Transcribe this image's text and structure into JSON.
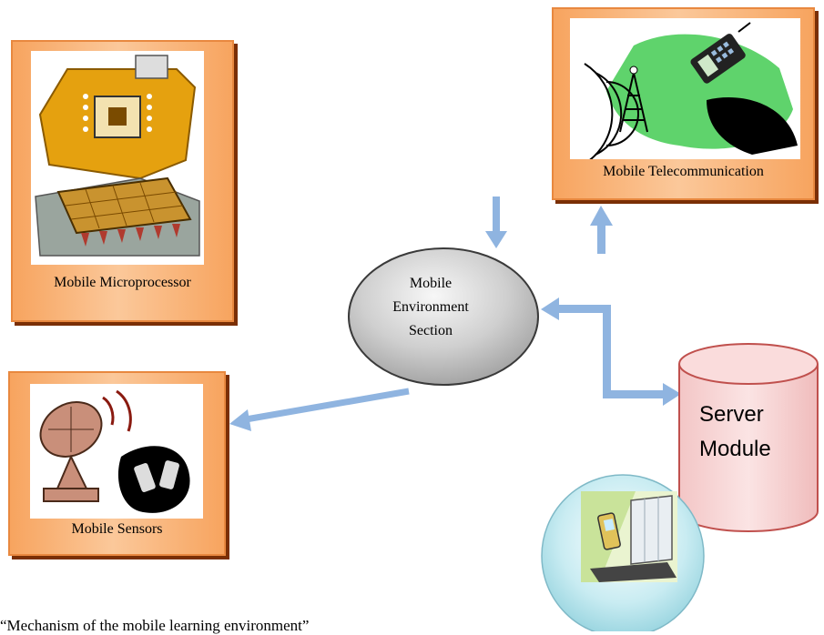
{
  "nodes": {
    "microprocessor": {
      "label": "Mobile Microprocessor",
      "icon": "microchip-clipart"
    },
    "telecommunication": {
      "label": "Mobile Telecommunication",
      "icon": "cell-tower-phone-clipart"
    },
    "sensors": {
      "label": "Mobile Sensors",
      "icon": "satellite-dish-phones-clipart"
    },
    "environment": {
      "label_lines": [
        "Mobile",
        "Environment",
        "Section"
      ]
    },
    "server": {
      "label_lines": [
        "Server",
        "Module"
      ]
    },
    "device": {
      "icon": "phone-laptop-clipart"
    }
  },
  "caption": "“Mechanism of the mobile learning environment”",
  "colors": {
    "box_fill": "#f7a45f",
    "box_border": "#e8883f",
    "box_shadow": "#7a2f05",
    "arrow": "#8fb4e0",
    "ellipse": "#b8b8b8",
    "cylinder": "#f8d3d3",
    "cylinder_border": "#c0504d",
    "circle": "#a8dde8"
  }
}
